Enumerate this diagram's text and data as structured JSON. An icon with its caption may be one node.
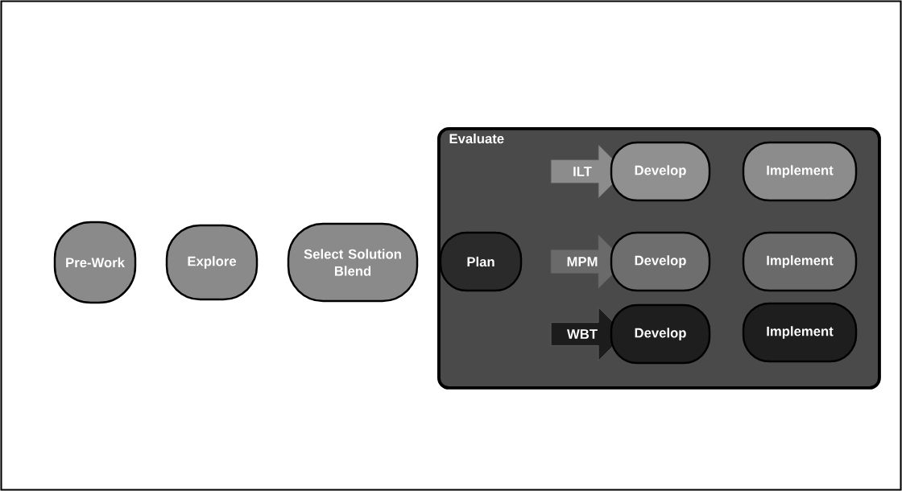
{
  "diagram": {
    "nodes": [
      {
        "text": [
          "Pre-Work"
        ]
      },
      {
        "text": [
          "Explore"
        ]
      },
      {
        "text": [
          "Select Solution Blend"
        ]
      },
      {
        "text": [
          "Evaluate"
        ]
      },
      {
        "text": [
          "ILT"
        ],
        "in": 3
      },
      {
        "text": [
          "Develop"
        ],
        "in": 3
      },
      {
        "text": [
          "Implement"
        ],
        "in": 3
      },
      {
        "text": [
          "Plan"
        ],
        "in": 3
      },
      {
        "text": [
          "MPM"
        ],
        "in": 3
      },
      {
        "text": [
          "Develop"
        ],
        "in": 3
      },
      {
        "text": [
          "Implement"
        ],
        "in": 3
      },
      {
        "text": [
          "WBT"
        ],
        "in": 3
      },
      {
        "text": [
          "Develop"
        ],
        "in": 3
      },
      {
        "text": [
          "Implement"
        ],
        "in": 3
      }
    ]
  }
}
